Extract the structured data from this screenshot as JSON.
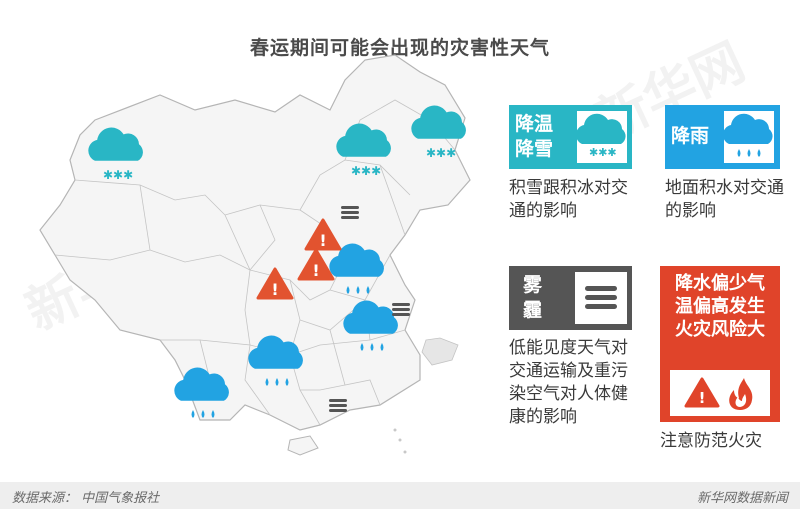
{
  "title": "春运期间可能会出现的灾害性天气",
  "legend": {
    "cooling_snow": {
      "label_line1": "降温",
      "label_line2": "降雪",
      "description": "积雪跟积冰对交通的影响"
    },
    "rain": {
      "label": "降雨",
      "description": "地面积水对交通的影响"
    },
    "fog_haze": {
      "label_line1": "雾",
      "label_line2": "霾",
      "description": "低能见度天气对交通运输及重污染空气对人体健康的影响"
    },
    "fire_risk": {
      "label": "降水偏少气温偏高发生火灾风险大",
      "note": "注意防范火灾"
    }
  },
  "footer": {
    "source": "数据来源： 中国气象报社",
    "brand": "新华网数据新闻"
  },
  "watermark": [
    "新华网",
    "新华网"
  ],
  "colors": {
    "teal": "#29b6c5",
    "blue": "#22a3e2",
    "fog": "#555555",
    "red": "#e0442a",
    "warning": "#e2532f"
  },
  "icons": [
    "snow-cloud-icon",
    "rain-cloud-icon",
    "fog-icon",
    "warning-icon",
    "fire-icon"
  ]
}
